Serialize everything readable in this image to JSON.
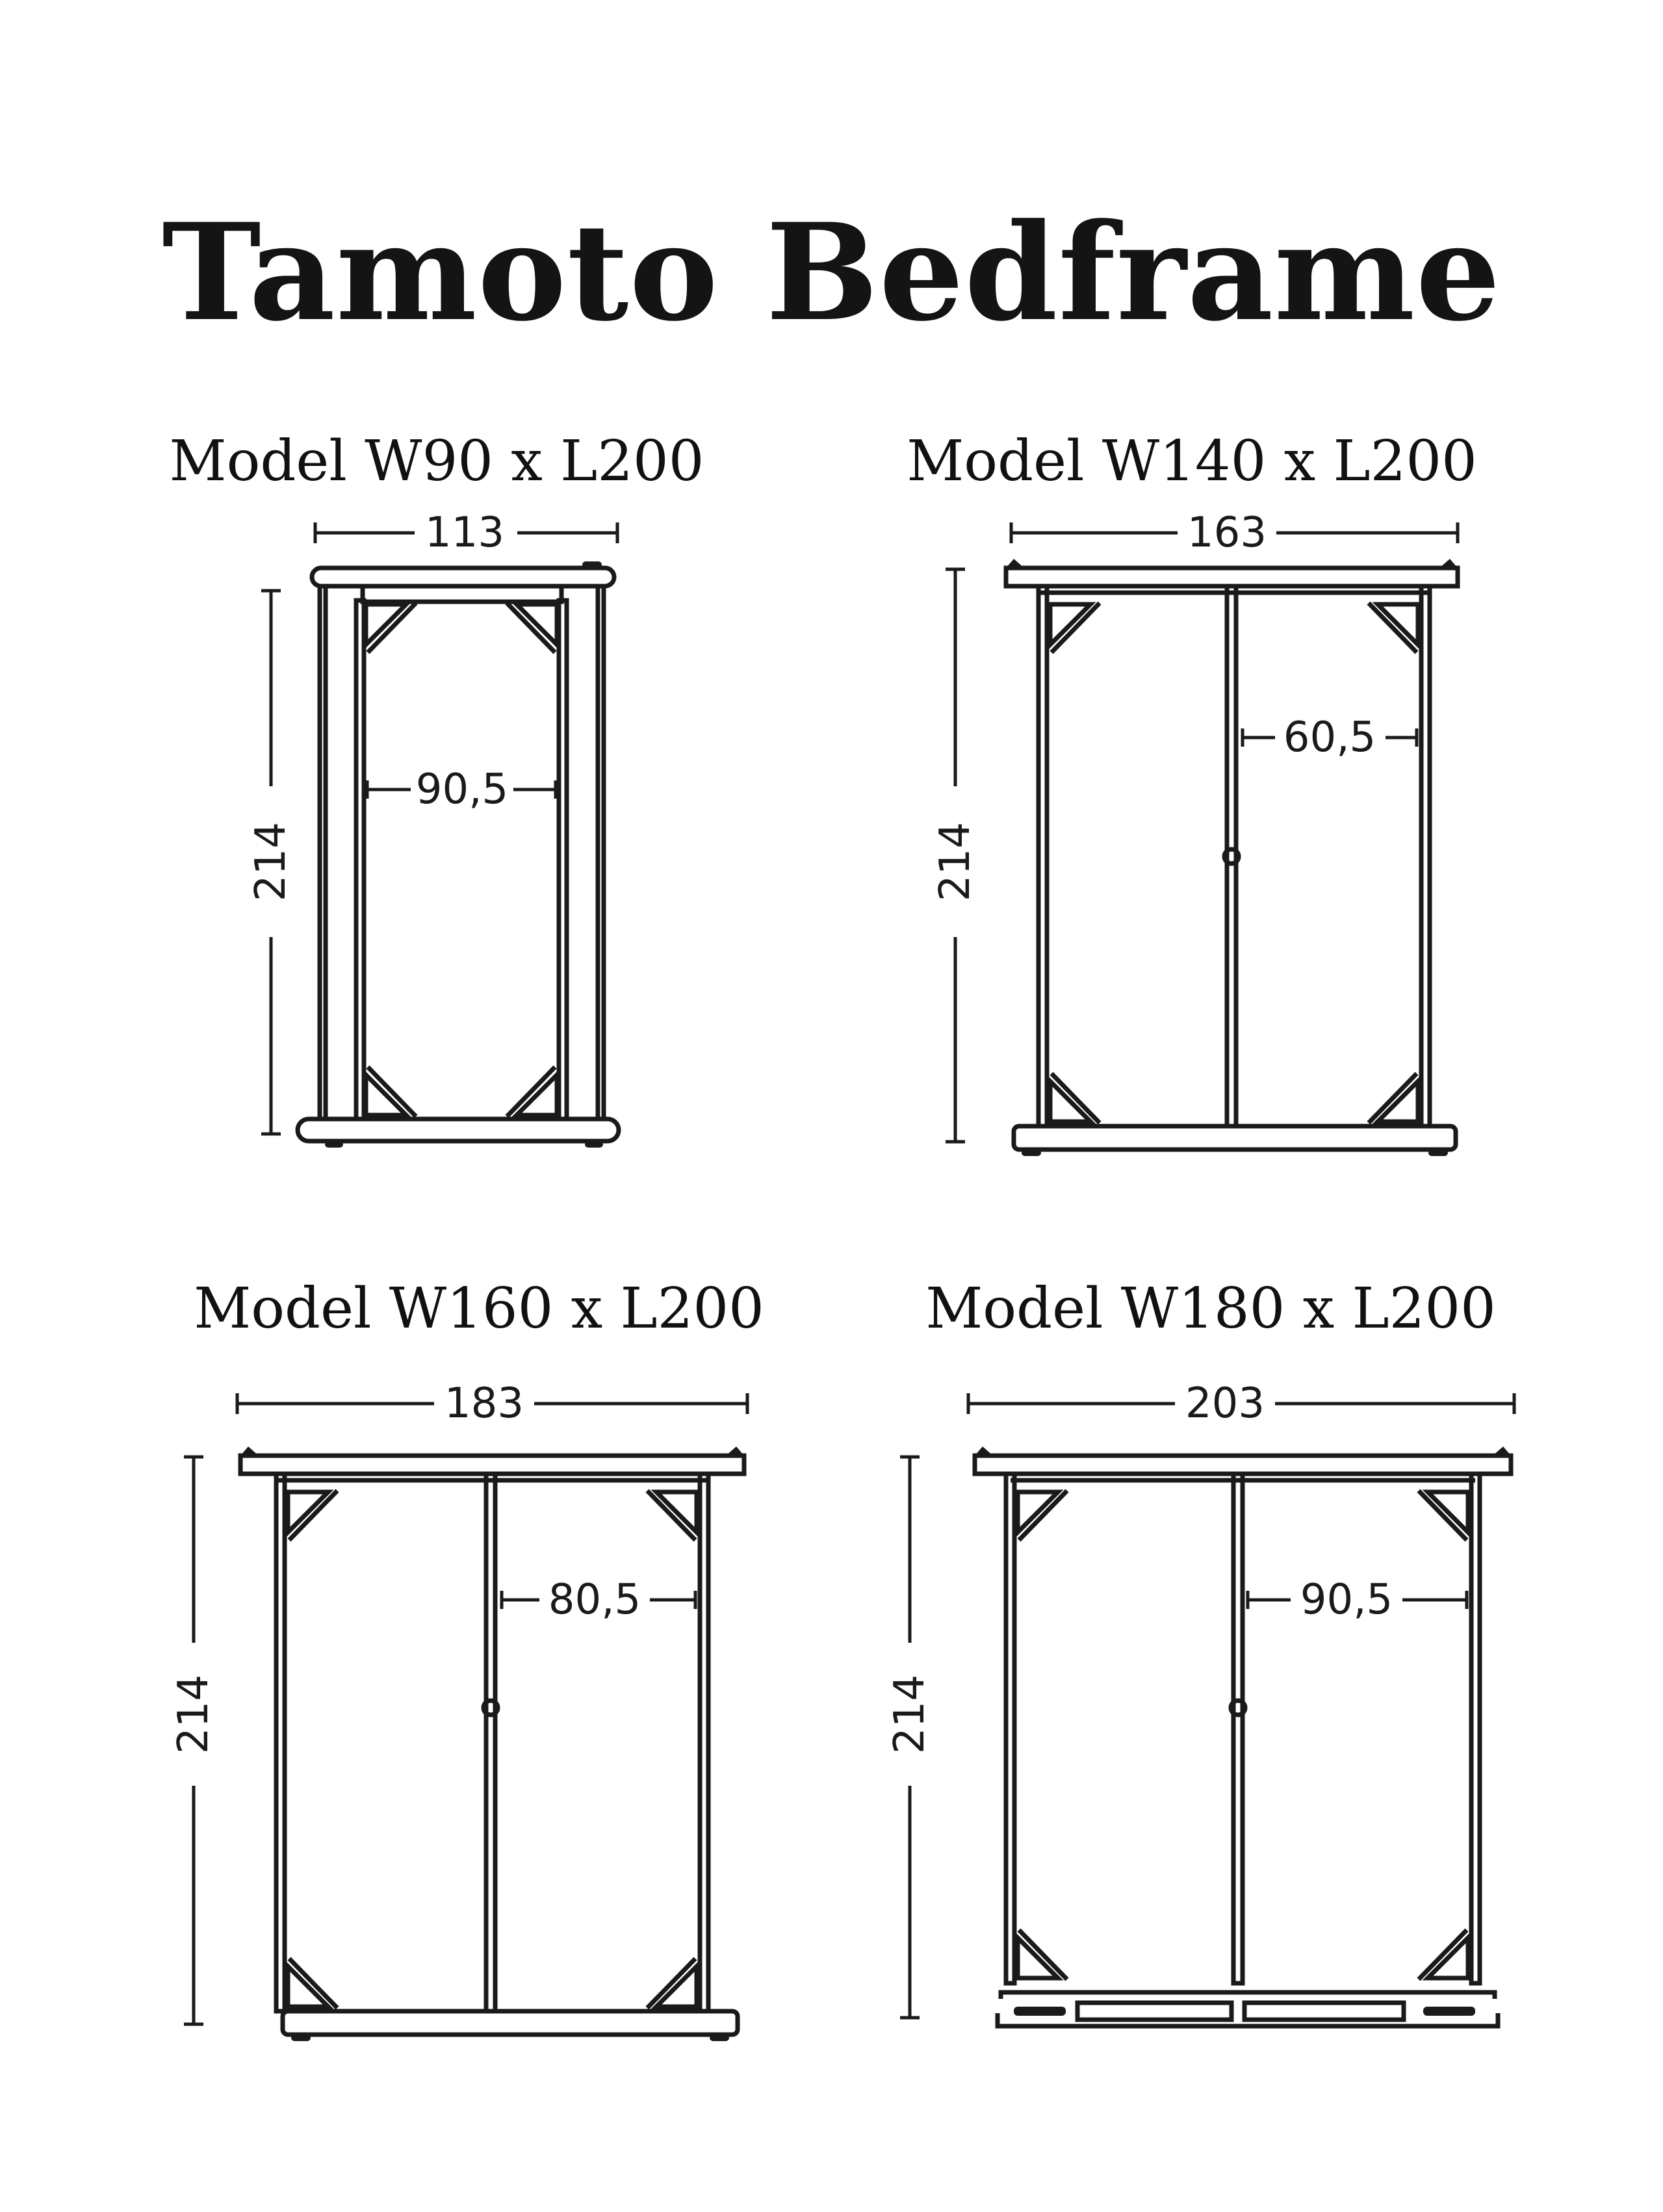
{
  "page": {
    "title": "Tamoto Bedframe",
    "background": "#ffffff",
    "ink": "#1a1a1a"
  },
  "models": [
    {
      "name": "Model W90 x L200",
      "overall_width": "113",
      "inner_width": "90,5",
      "height": "214"
    },
    {
      "name": "Model W140 x L200",
      "overall_width": "163",
      "inner_width": "60,5",
      "height": "214"
    },
    {
      "name": "Model W160 x L200",
      "overall_width": "183",
      "inner_width": "80,5",
      "height": "214"
    },
    {
      "name": "Model W180 x L200",
      "overall_width": "203",
      "inner_width": "90,5",
      "height": "214"
    }
  ]
}
